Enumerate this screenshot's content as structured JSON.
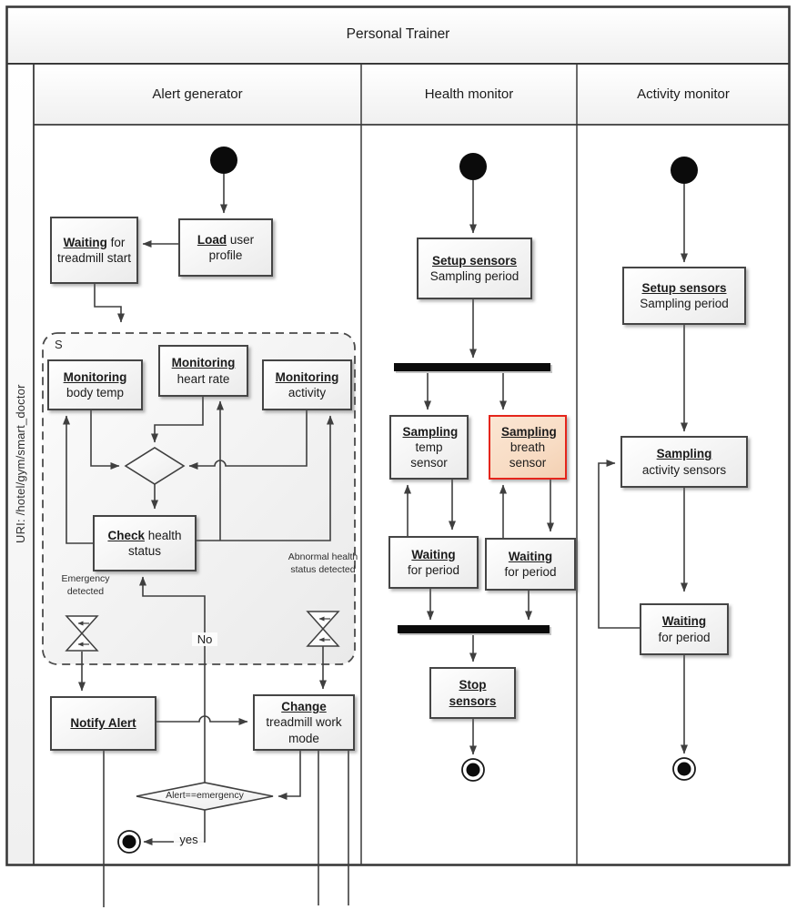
{
  "title": "Personal Trainer",
  "uri_label": "URI: /hotel/gym/smart_doctor",
  "lanes": [
    {
      "label": "Alert generator"
    },
    {
      "label": "Health monitor"
    },
    {
      "label": "Activity monitor"
    }
  ],
  "colors": {
    "line": "#3f3f3f",
    "box_border": "#454545",
    "bar": "#0b0b0b",
    "highlight_border": "#e5251b",
    "highlight_fill": "#f8dcc4"
  },
  "alert_generator": {
    "region_label": "S",
    "nodes": {
      "load_profile": {
        "emphasis": "Load",
        "text": " user profile"
      },
      "waiting_treadmill": {
        "emphasis": "Waiting",
        "text": " for treadmill start"
      },
      "monitor_body_temp": {
        "emphasis": "Monitoring",
        "text": "body temp"
      },
      "monitor_heart_rate": {
        "emphasis": "Monitoring",
        "text": "heart rate"
      },
      "monitor_activity": {
        "emphasis": "Monitoring",
        "text": "activity"
      },
      "check_health": {
        "emphasis": "Check",
        "text": " health status"
      },
      "notify_alert": {
        "emphasis": "Notify Alert",
        "text": ""
      },
      "change_treadmill": {
        "emphasis": "Change",
        "text": "treadmill work mode"
      }
    },
    "signals": {
      "emergency": "Emergency detected",
      "abnormal": "Abnormal health status detected"
    },
    "decision_label": "Alert==emergency",
    "edge_labels": {
      "no": "No",
      "yes": "yes"
    }
  },
  "health_monitor": {
    "nodes": {
      "setup_sensors": {
        "emphasis": "Setup sensors",
        "text": "Sampling period"
      },
      "sampling_temp": {
        "emphasis": "Sampling",
        "text": "temp sensor"
      },
      "sampling_breath": {
        "emphasis": "Sampling",
        "text": "breath sensor"
      },
      "waiting_left": {
        "emphasis": "Waiting",
        "text": "for period"
      },
      "waiting_right": {
        "emphasis": "Waiting",
        "text": "for period"
      },
      "stop_sensors": {
        "emphasis": "Stop sensors",
        "text": ""
      }
    }
  },
  "activity_monitor": {
    "nodes": {
      "setup_sensors": {
        "emphasis": "Setup sensors",
        "text": "Sampling period"
      },
      "sampling_activity": {
        "emphasis": "Sampling",
        "text": "activity sensors"
      },
      "waiting": {
        "emphasis": "Waiting",
        "text": "for period"
      }
    }
  }
}
